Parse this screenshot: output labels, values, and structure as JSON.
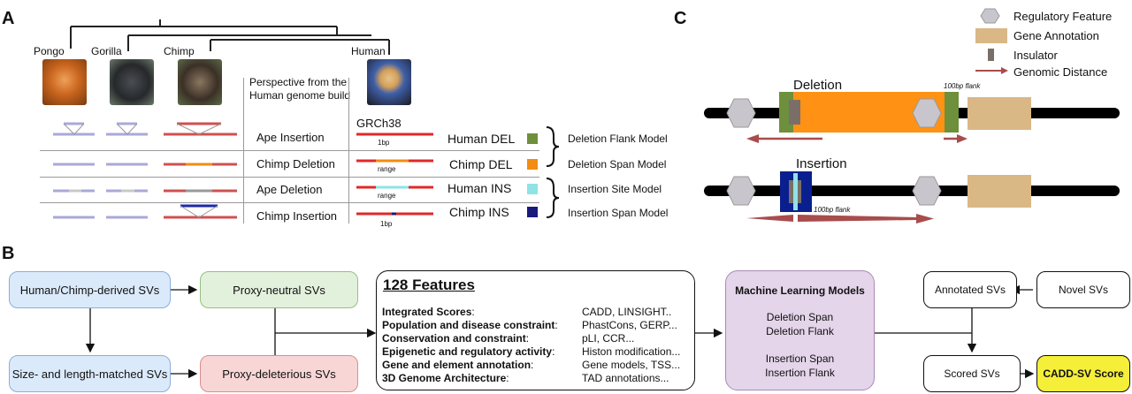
{
  "panels": {
    "a": "A",
    "b": "B",
    "c": "C"
  },
  "panel_a": {
    "species": [
      "Pongo",
      "Gorilla",
      "Chimp",
      "Human"
    ],
    "perspective": [
      "Perspective from the",
      "Human genome build"
    ],
    "grch": "GRCh38",
    "rows": [
      {
        "event": "Ape Insertion",
        "size": "1bp",
        "label": "Human DEL",
        "color": "#6e8f3c"
      },
      {
        "event": "Chimp Deletion",
        "size": "range",
        "label": "Chimp DEL",
        "color": "#f28c12"
      },
      {
        "event": "Ape Deletion",
        "size": "range",
        "label": "Human INS",
        "color": "#8fe3e6"
      },
      {
        "event": "Chimp Insertion",
        "size": "1bp",
        "label": "Chimp INS",
        "color": "#1a1a7a"
      }
    ],
    "models": [
      "Deletion Flank Model",
      "Deletion Span Model",
      "Insertion Site Model",
      "Insertion Span Model"
    ]
  },
  "panel_b": {
    "human_chimp": "Human/Chimp-derived SVs",
    "size_matched": "Size- and length-matched SVs",
    "proxy_neutral": "Proxy-neutral SVs",
    "proxy_deleterious": "Proxy-deleterious SVs",
    "features_title": "128 Features",
    "features": [
      {
        "name": "Integrated Scores",
        "value": "CADD, LINSIGHT.."
      },
      {
        "name": "Population and disease constraint",
        "value": "PhastCons, GERP..."
      },
      {
        "name": "Conservation and constraint",
        "value": "pLI, CCR..."
      },
      {
        "name": "Epigenetic and regulatory activity",
        "value": "Histon modification..."
      },
      {
        "name": "Gene and element annotation",
        "value": "Gene models, TSS..."
      },
      {
        "name": "3D Genome Architecture",
        "value": "TAD annotations..."
      }
    ],
    "ml_title": "Machine Learning Models",
    "ml_models": [
      "Deletion Span",
      "Deletion Flank",
      "Insertion Span",
      "Insertion Flank"
    ],
    "annotated": "Annotated SVs",
    "novel": "Novel SVs",
    "scored": "Scored SVs",
    "cadd_sv": "CADD-SV Score"
  },
  "panel_c": {
    "legend": [
      "Regulatory Feature",
      "Gene Annotation",
      "Insulator",
      "Genomic Distance"
    ],
    "deletion": "Deletion",
    "insertion": "Insertion",
    "flank": "100bp flank",
    "colors": {
      "regulatory": "#c9c5cc",
      "gene": "#d9b886",
      "insulator": "#7a6f68",
      "distance": "#a84c4c",
      "deletion_span": "#ff9214",
      "flank": "#6e8f3c",
      "insertion_outer": "#0a1f8f",
      "insertion_inner": "#8fe3e6"
    }
  }
}
